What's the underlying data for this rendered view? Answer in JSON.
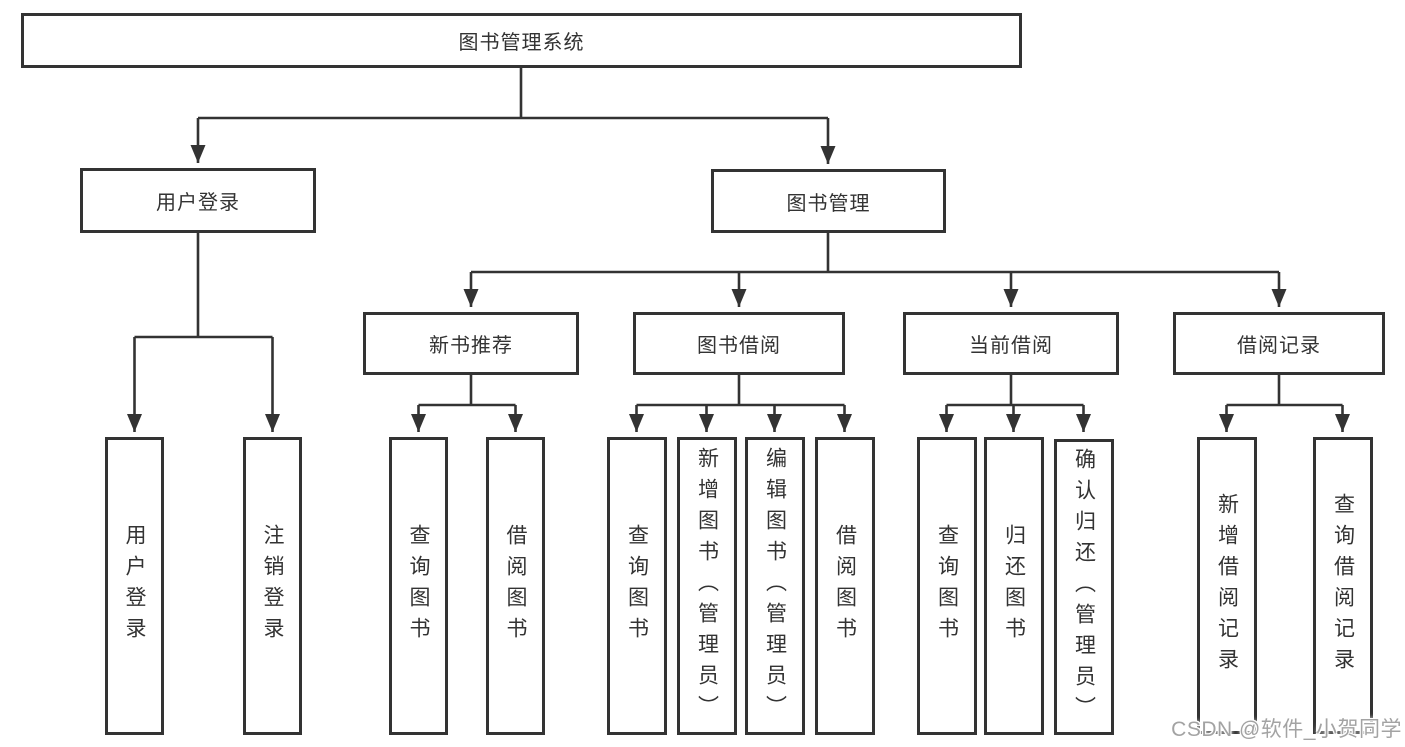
{
  "diagram_type": "hierarchy-tree",
  "tree": {
    "label": "图书管理系统",
    "children": [
      {
        "label": "用户登录",
        "children": [
          {
            "label": "用户登录"
          },
          {
            "label": "注销登录"
          }
        ]
      },
      {
        "label": "图书管理",
        "children": [
          {
            "label": "新书推荐",
            "children": [
              {
                "label": "查询图书"
              },
              {
                "label": "借阅图书"
              }
            ]
          },
          {
            "label": "图书借阅",
            "children": [
              {
                "label": "查询图书"
              },
              {
                "label": "新增图书（管理员）"
              },
              {
                "label": "编辑图书（管理员）"
              },
              {
                "label": "借阅图书"
              }
            ]
          },
          {
            "label": "当前借阅",
            "children": [
              {
                "label": "查询图书"
              },
              {
                "label": "归还图书"
              },
              {
                "label": "确认归还（管理员）"
              }
            ]
          },
          {
            "label": "借阅记录",
            "children": [
              {
                "label": "新增借阅记录"
              },
              {
                "label": "查询借阅记录"
              }
            ]
          }
        ]
      }
    ]
  },
  "watermark": {
    "text": "CSDN @软件_小贺同学"
  },
  "colors": {
    "line": "#333333",
    "box_border": "#333333",
    "text": "#333333",
    "background": "#ffffff",
    "watermark_text": "#a3a3a3"
  }
}
